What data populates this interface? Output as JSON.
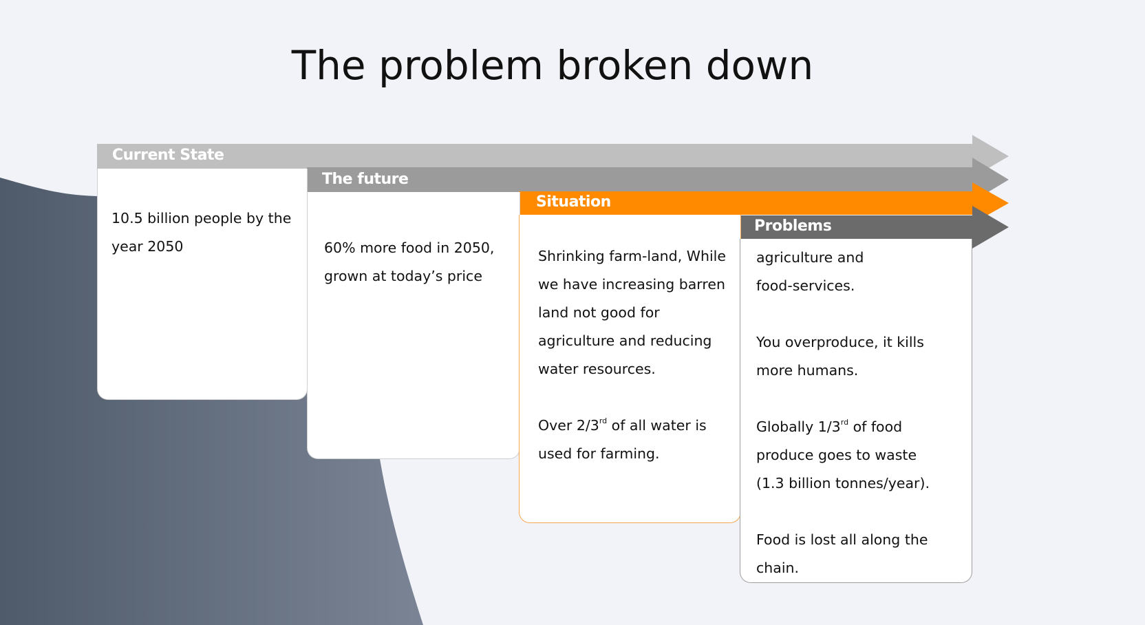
{
  "title": "The problem broken down",
  "colors": {
    "background": "#f2f3f8",
    "current_state_band": "#bfbfbf",
    "future_band": "#9b9b9b",
    "situation_band": "#ff8a00",
    "problems_band": "#6b6b6b",
    "situation_border": "#f5a64a",
    "card_border": "#bdbdbd",
    "dark_shape_start": "#4f5a6a",
    "dark_shape_end": "#7a8495"
  },
  "stages": [
    {
      "label": "Current State",
      "text": [
        "10.5 billion people by the year 2050"
      ]
    },
    {
      "label": "The future",
      "text": [
        "60% more food in 2050,",
        "grown at today’s price"
      ]
    },
    {
      "label": "Situation",
      "text": [
        "Shrinking farm-land, While",
        "we have increasing barren",
        "land not good for",
        "agriculture and reducing",
        "water resources."
      ],
      "note_before_sup": "Over 2/3",
      "note_sup": "rd",
      "note_after_sup": " of all water is",
      "note_line2": "used for farming."
    },
    {
      "label": "Problems",
      "text": [
        "agriculture and",
        "food-services."
      ],
      "para2": [
        "You overproduce, it kills",
        "more humans."
      ],
      "para3_before_sup": "Globally 1/3",
      "para3_sup": "rd",
      "para3_after_sup": " of food",
      "para3_lines": [
        "produce goes to waste",
        "(1.3 billion tonnes/year)."
      ],
      "para4": [
        "Food is lost all along the",
        "chain."
      ]
    }
  ]
}
